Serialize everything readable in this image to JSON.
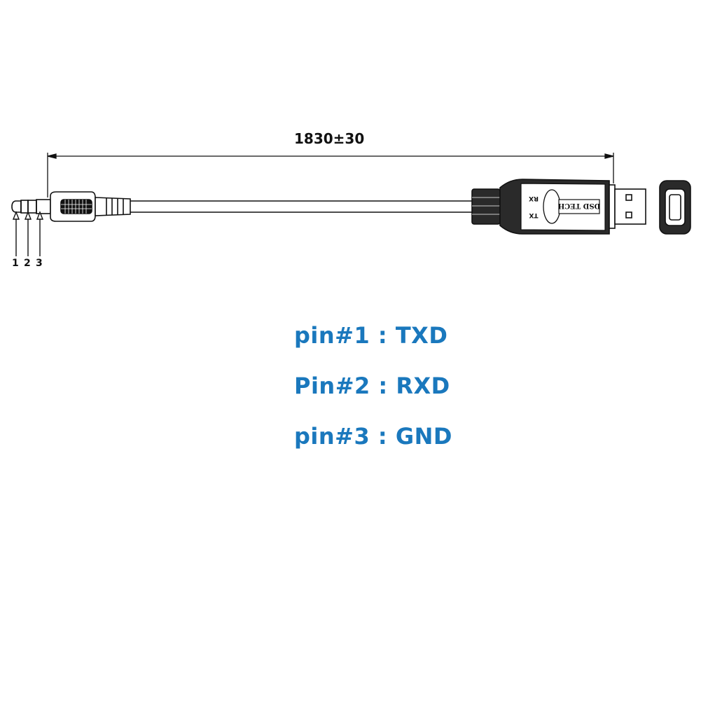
{
  "dimension": "1830±30",
  "pin_numbers": [
    "1",
    "2",
    "3"
  ],
  "usb_labels": {
    "rx": "RX",
    "tx": "TX",
    "brand": "DSD TECH"
  },
  "pinout": [
    "pin#1 : TXD",
    "Pin#2 : RXD",
    "pin#3 : GND"
  ],
  "colors": {
    "pinout_text": "#1a78bd",
    "line": "#111111"
  }
}
